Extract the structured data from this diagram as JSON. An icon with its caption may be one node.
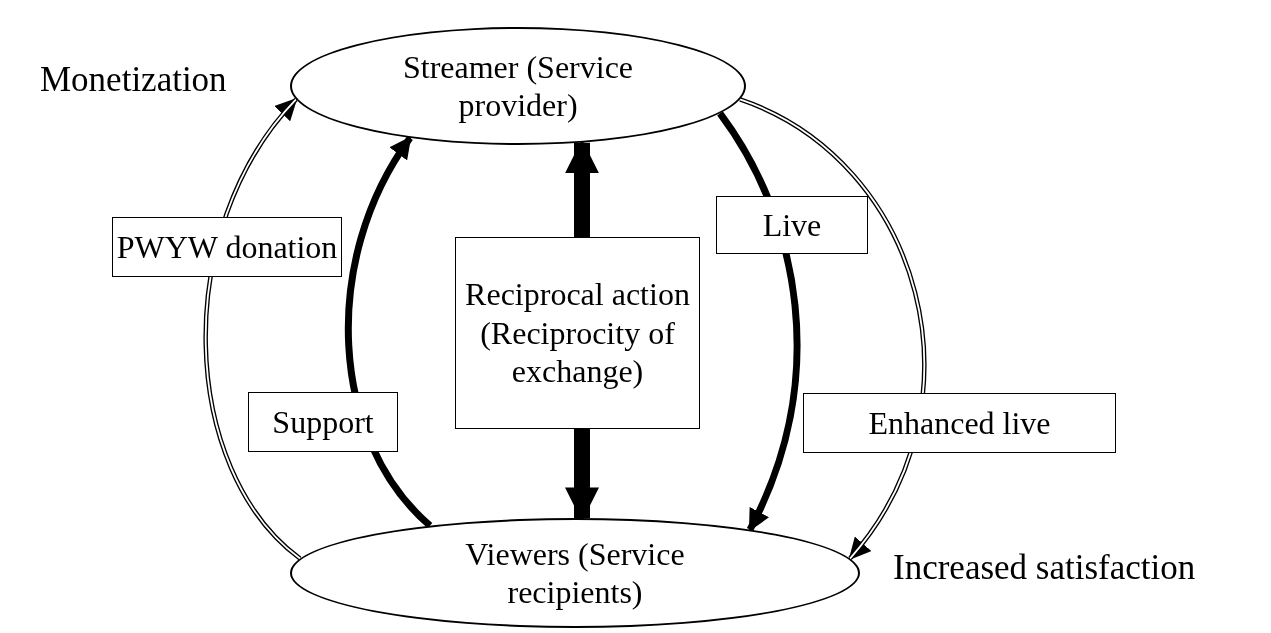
{
  "diagram": {
    "nodes": [
      {
        "text": [
          "Streamer (Service provider)"
        ]
      },
      {
        "text": [
          "Viewers (Service recipients)"
        ]
      }
    ],
    "edges": [
      {
        "from": 1,
        "to": 0,
        "arrow": "to",
        "label": "PWYW donation"
      },
      {
        "from": 1,
        "to": 0,
        "arrow": "to",
        "label": "Support"
      },
      {
        "from": 1,
        "to": 0,
        "arrow": "both",
        "label": "Reciprocal action (Reciprocity of exchange)",
        "style": "thick"
      },
      {
        "from": 0,
        "to": 1,
        "arrow": "to",
        "label": "Live"
      },
      {
        "from": 0,
        "to": 1,
        "arrow": "to",
        "label": "Enhanced live"
      }
    ],
    "labels": [
      "Monetization",
      "Increased satisfaction"
    ]
  }
}
